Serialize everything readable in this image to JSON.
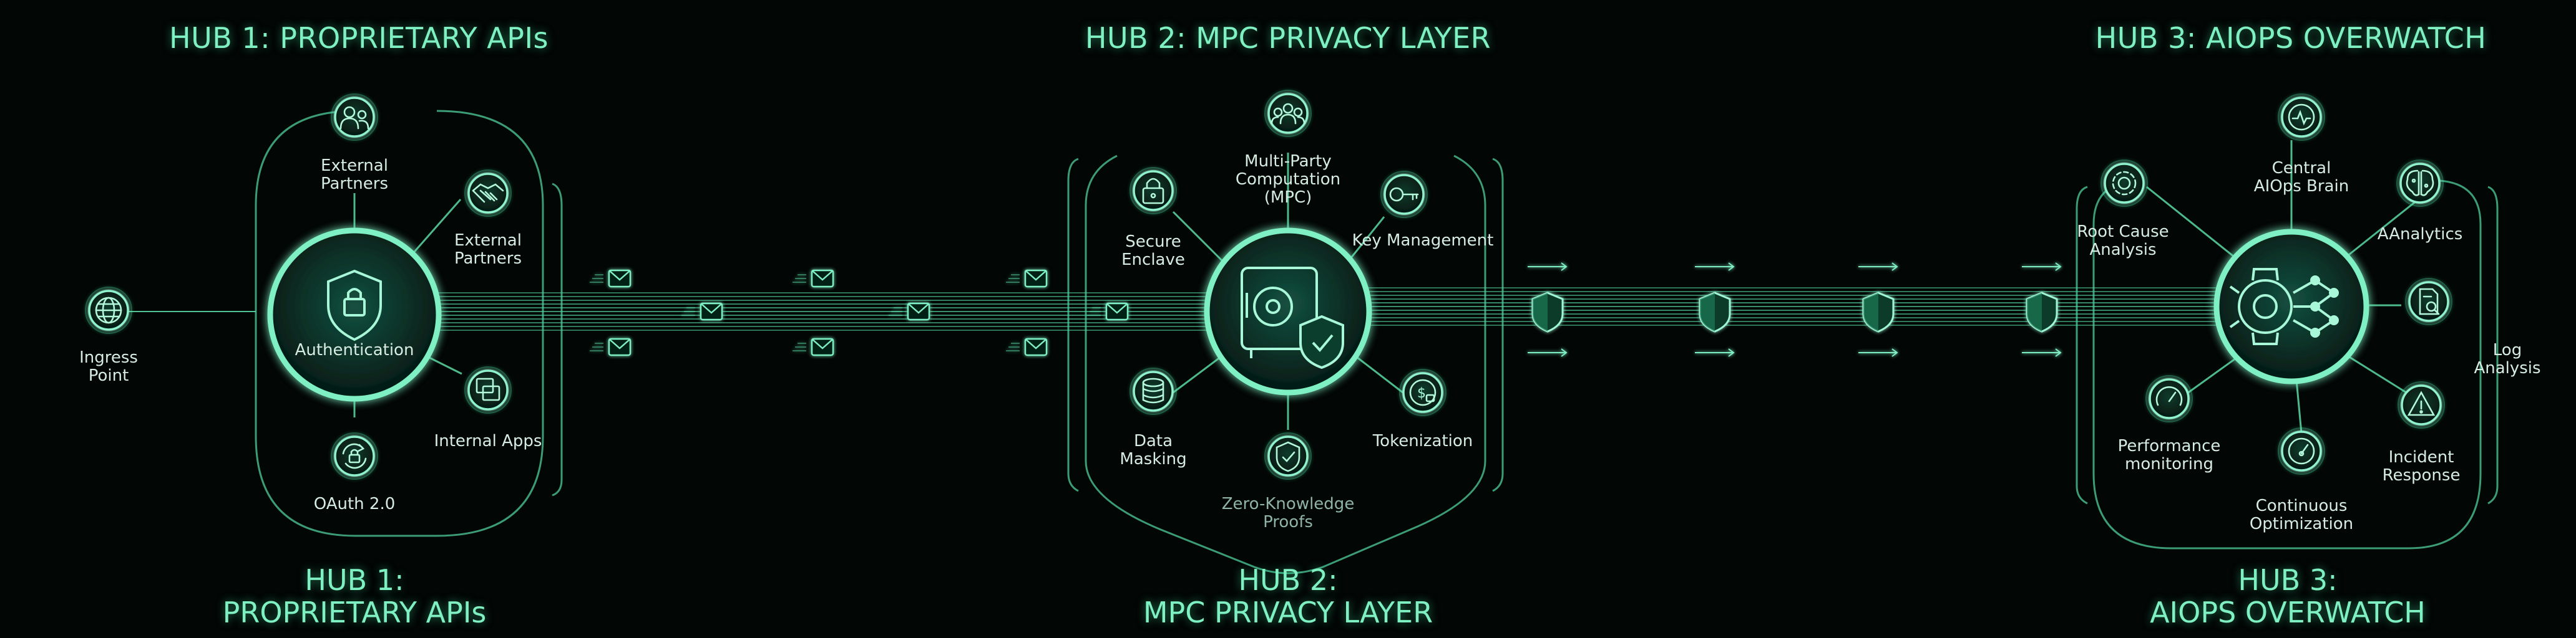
{
  "hubs": [
    {
      "top_title": "HUB 1: PROPRIETARY APIs",
      "bottom_line1": "HUB 1:",
      "bottom_line2": "PROPRIETARY APIs"
    },
    {
      "top_title": "HUB 2: MPC PRIVACY LAYER",
      "bottom_line1": "HUB 2:",
      "bottom_line2": "MPC PRIVACY LAYER"
    },
    {
      "top_title": "HUB 3: AIOPS OVERWATCH",
      "bottom_line1": "HUB 3:",
      "bottom_line2": "AIOPS OVERWATCH"
    }
  ],
  "ingress": {
    "label": "Ingress\nPoint",
    "icon": "globe-icon"
  },
  "hub1": {
    "center": {
      "label": "Authentication",
      "icon": "shield-lock-icon"
    },
    "nodes": [
      {
        "label": "External\nPartners",
        "icon": "users-icon"
      },
      {
        "label": "External\nPartners",
        "icon": "handshake-icon"
      },
      {
        "label": "Internal Apps",
        "icon": "windows-icon"
      },
      {
        "label": "OAuth 2.0",
        "icon": "refresh-lock-icon"
      }
    ]
  },
  "hub2": {
    "center": {
      "label": "",
      "icon": "vault-shield-icon"
    },
    "nodes": [
      {
        "label": "Multi-Party\nComputation\n(MPC)",
        "icon": "group-icon"
      },
      {
        "label": "Secure\nEnclave",
        "icon": "lock-icon"
      },
      {
        "label": "Key Management",
        "icon": "key-icon"
      },
      {
        "label": "Data\nMasking",
        "icon": "database-icon"
      },
      {
        "label": "Zero-Knowledge\nProofs",
        "icon": "shield-check-icon"
      },
      {
        "label": "Tokenization",
        "icon": "token-icon"
      }
    ]
  },
  "hub3": {
    "center": {
      "label": "",
      "icon": "ai-gear-icon"
    },
    "nodes": [
      {
        "label": "Central\nAIOps Brain",
        "icon": "pulse-icon"
      },
      {
        "label": "Root Cause\nAnalysis",
        "icon": "gear-icon"
      },
      {
        "label": "AAnalytics",
        "icon": "brain-icon"
      },
      {
        "label": "Log Analysis",
        "icon": "doc-search-icon"
      },
      {
        "label": "Performance\nmonitoring",
        "icon": "gauge-icon"
      },
      {
        "label": "Continuous\nOptimization",
        "icon": "speedometer-icon"
      },
      {
        "label": "Incident\nResponse",
        "icon": "warning-icon"
      }
    ]
  },
  "colors": {
    "glow": "#46e6a0",
    "line": "#5fe8b0",
    "text": "#d6ece3",
    "title": "#7ef0c2",
    "background": "#020605"
  }
}
